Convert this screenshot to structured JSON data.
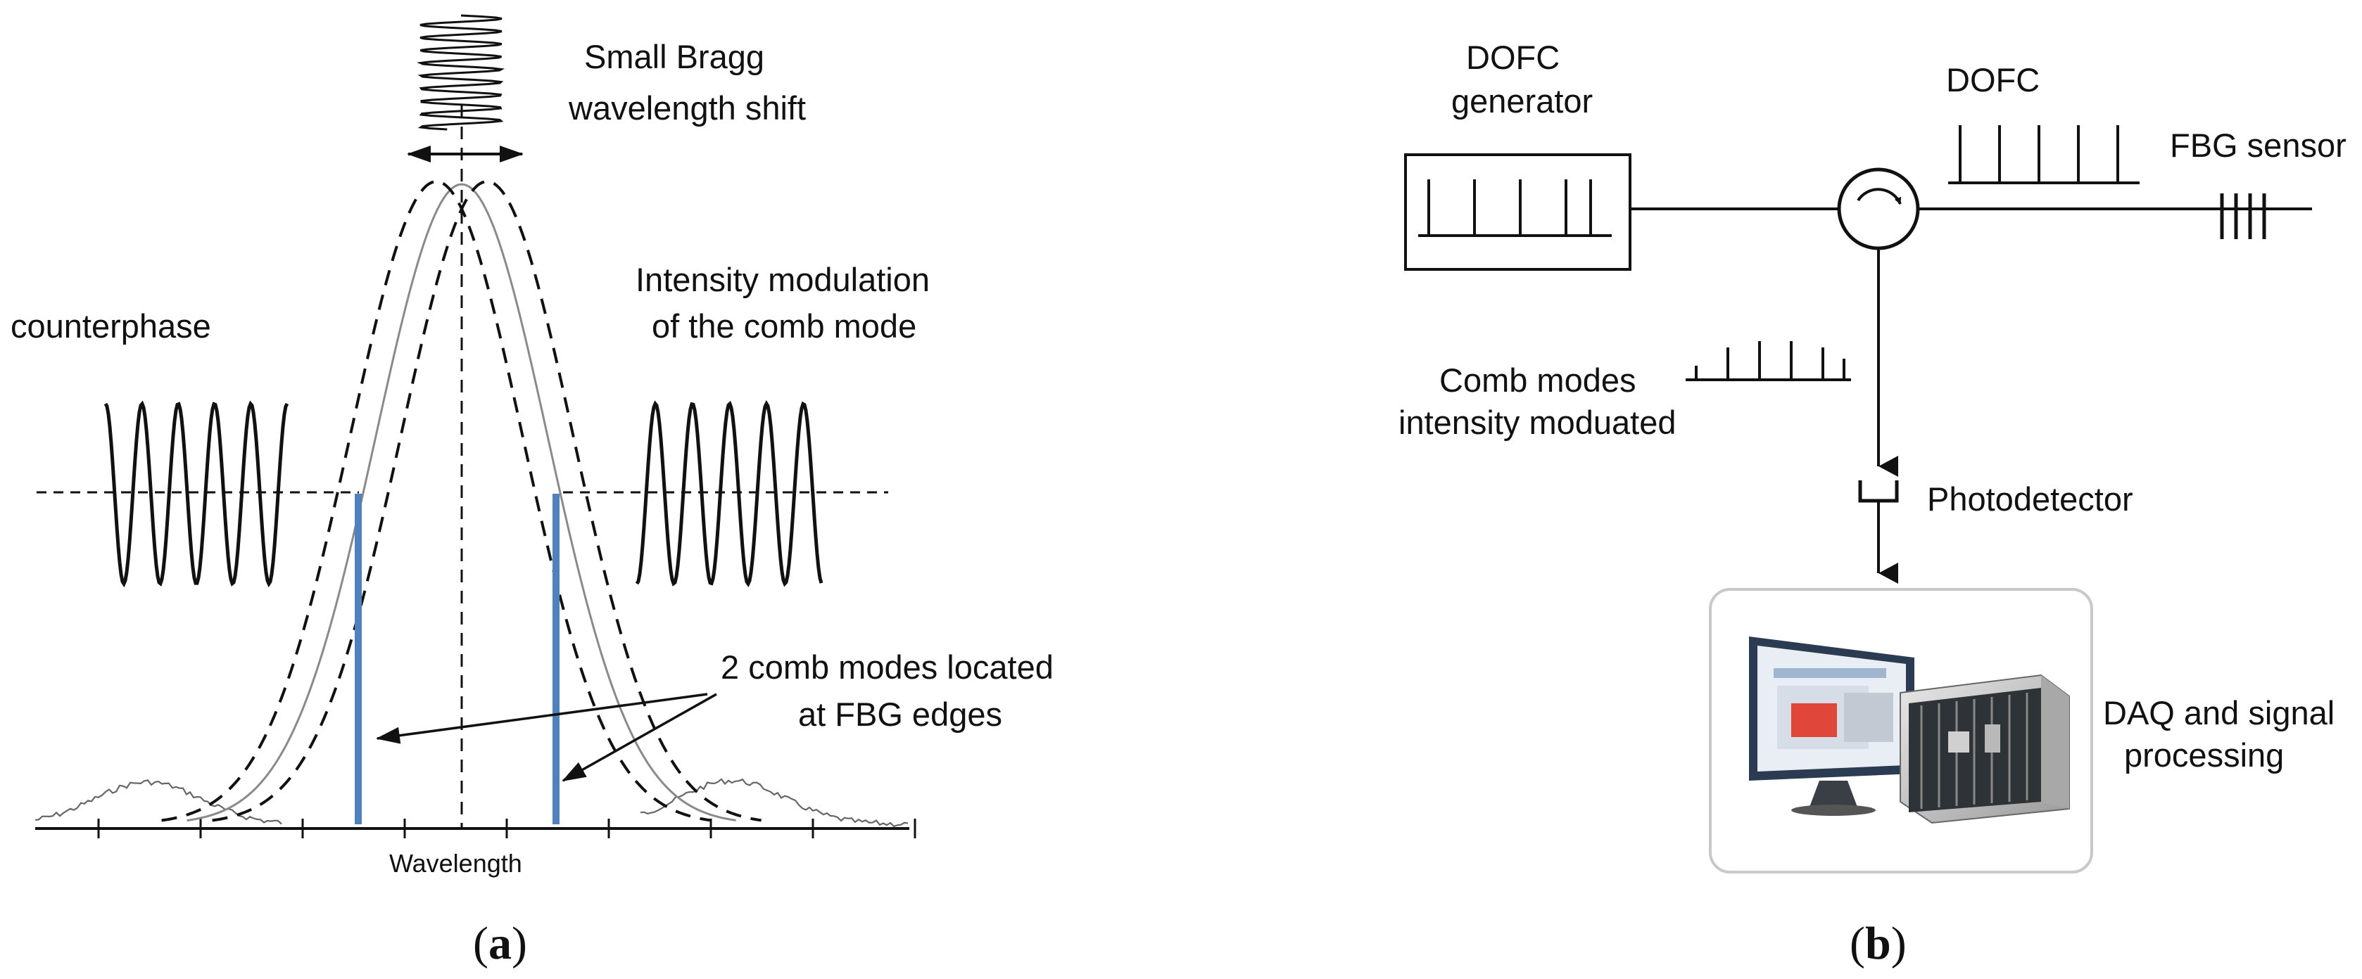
{
  "panel_a": {
    "label_bragg_line1": "Small Bragg",
    "label_bragg_line2": "wavelength shift",
    "label_counterphase": "counterphase",
    "label_intensity_line1": "Intensity modulation",
    "label_intensity_line2": "of the comb mode",
    "label_comb_line1": "2 comb modes located",
    "label_comb_line2": "at FBG edges",
    "axis_label": "Wavelength",
    "caption_open": "(",
    "caption_letter": "a",
    "caption_close": ")",
    "colors": {
      "comb_mode": "#4f81bd",
      "ink": "#111111",
      "spectrum": "#888888"
    }
  },
  "panel_b": {
    "label_generator_line1": "DOFC",
    "label_generator_line2": "generator",
    "label_dofc": "DOFC",
    "label_fbg_sensor": "FBG sensor",
    "label_comb_modes_line1": "Comb modes",
    "label_comb_modes_line2": "intensity moduated",
    "label_photodetector": "Photodetector",
    "label_daq_line1": "DAQ and signal",
    "label_daq_line2": "processing",
    "caption_open": "(",
    "caption_letter": "b",
    "caption_close": ")",
    "icons": [
      "circulator-icon",
      "fbg-grating-icon",
      "photodetector-icon",
      "daq-system-icon"
    ],
    "colors": {
      "ink": "#111111",
      "box_border": "#c8c8c8",
      "screen_red": "#e0463a"
    }
  }
}
